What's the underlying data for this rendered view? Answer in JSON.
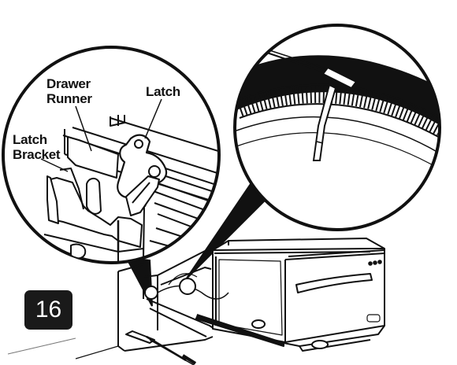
{
  "figure": {
    "step_number": "16",
    "callouts": {
      "drawer_runner_line1": "Drawer",
      "drawer_runner_line2": "Runner",
      "latch": "Latch",
      "latch_bracket_line1": "Latch",
      "latch_bracket_line2": "Bracket"
    },
    "icons": [
      "magnified-latch-detail",
      "magnified-ring-clip-detail",
      "washer-drawer-pedestal"
    ],
    "colors": {
      "ink": "#111111",
      "badge": "#1a1a1a",
      "badge_text": "#ffffff"
    }
  }
}
